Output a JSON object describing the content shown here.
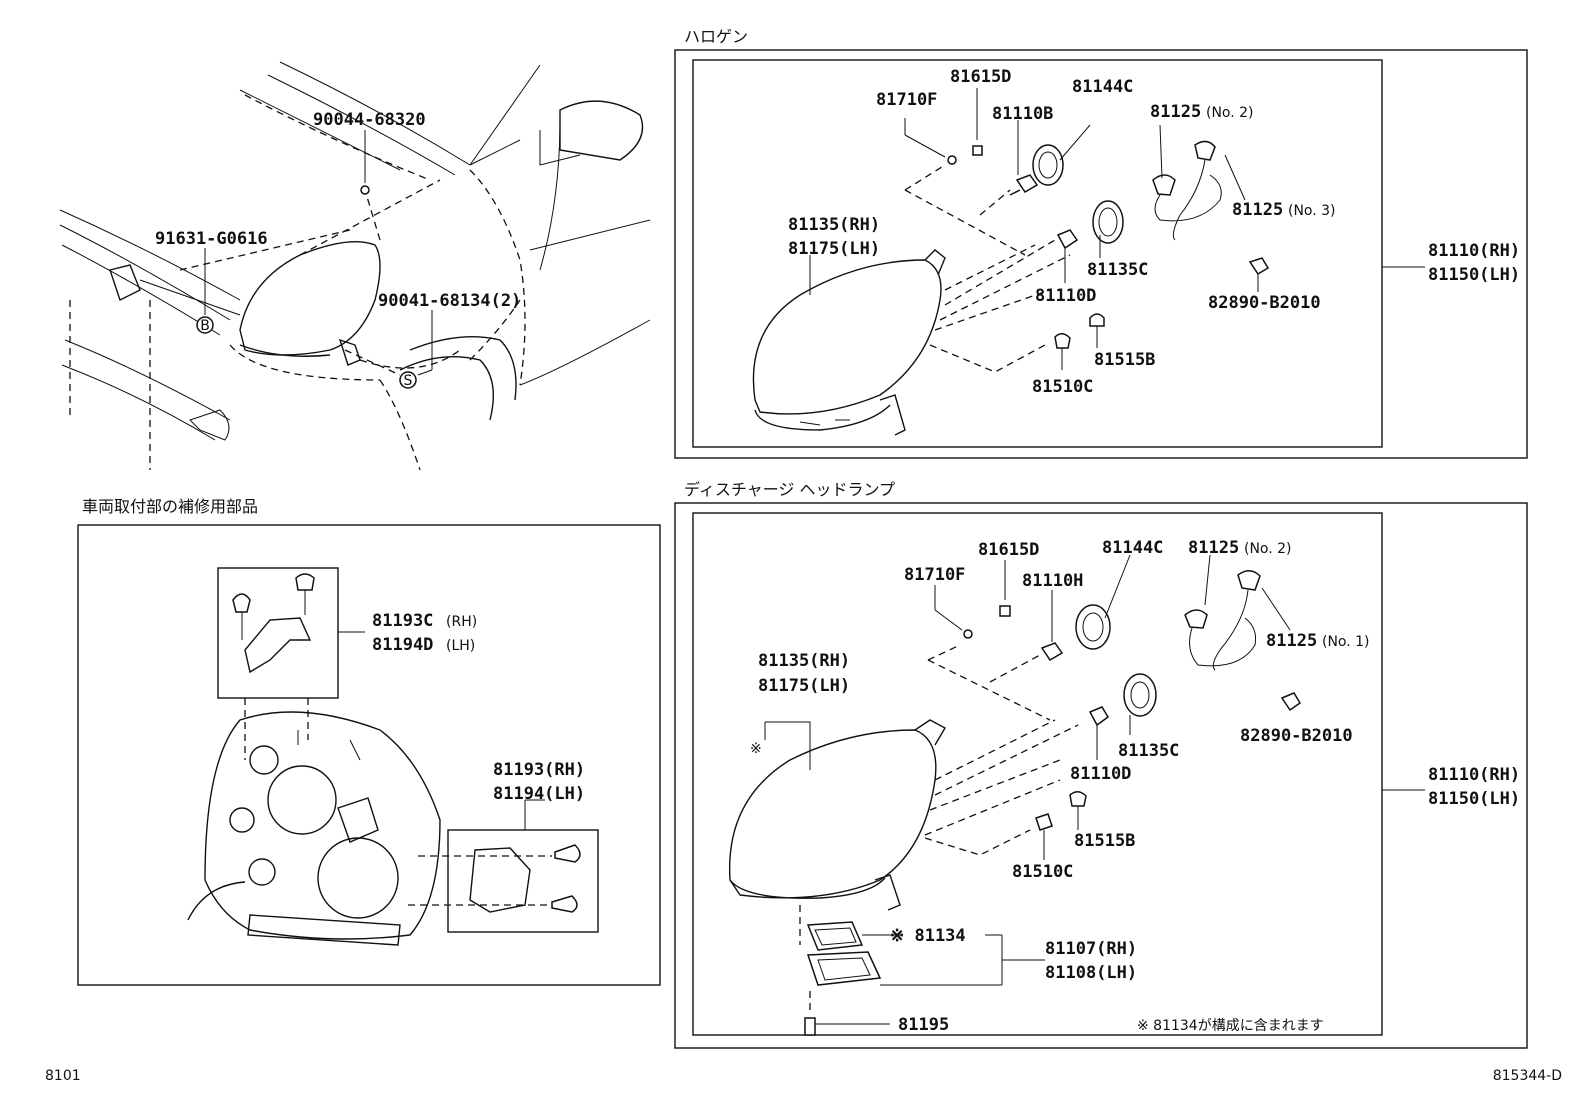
{
  "sections": {
    "halogen_title": "ハロゲン",
    "discharge_title": "ディスチャージ ヘッドランプ",
    "repair_title": "車両取付部の補修用部品"
  },
  "vehicle": {
    "p1": "90044-68320",
    "p2": "91631-G0616",
    "p3": "90041-68134(2)",
    "mark_b": "B",
    "mark_s": "S"
  },
  "halogen": {
    "p_81615d": "81615D",
    "p_81710f": "81710F",
    "p_81110b": "81110B",
    "p_81144c": "81144C",
    "p_81125": "81125",
    "p_81125_no2": "(No. 2)",
    "p_81125b": "81125",
    "p_81125_no3": "(No. 3)",
    "p_81135": "81135(RH)",
    "p_81175": "81175(LH)",
    "p_81135c": "81135C",
    "p_81110d": "81110D",
    "p_82890": "82890-B2010",
    "p_81515b": "81515B",
    "p_81510c": "81510C",
    "assy_rh": "81110(RH)",
    "assy_lh": "81150(LH)"
  },
  "discharge": {
    "p_81615d": "81615D",
    "p_81710f": "81710F",
    "p_81110h": "81110H",
    "p_81144c": "81144C",
    "p_81125": "81125",
    "p_81125_no2": "(No. 2)",
    "p_81125b": "81125",
    "p_81125_no1": "(No. 1)",
    "p_81135": "81135(RH)",
    "p_81175": "81175(LH)",
    "note_mark": "※",
    "p_81135c": "81135C",
    "p_81110d": "81110D",
    "p_82890": "82890-B2010",
    "p_81515b": "81515B",
    "p_81510c": "81510C",
    "p_81134": "※ 81134",
    "p_81107": "81107(RH)",
    "p_81108": "81108(LH)",
    "p_81195": "81195",
    "note": "※ 81134が構成に含まれます",
    "assy_rh": "81110(RH)",
    "assy_lh": "81150(LH)"
  },
  "repair": {
    "p_81193c": "81193C",
    "p_81193c_rh": "(RH)",
    "p_81194d": "81194D",
    "p_81194d_lh": "(LH)",
    "p_81193": "81193(RH)",
    "p_81194": "81194(LH)"
  },
  "footer": {
    "left": "8101",
    "right": "815344-D"
  }
}
